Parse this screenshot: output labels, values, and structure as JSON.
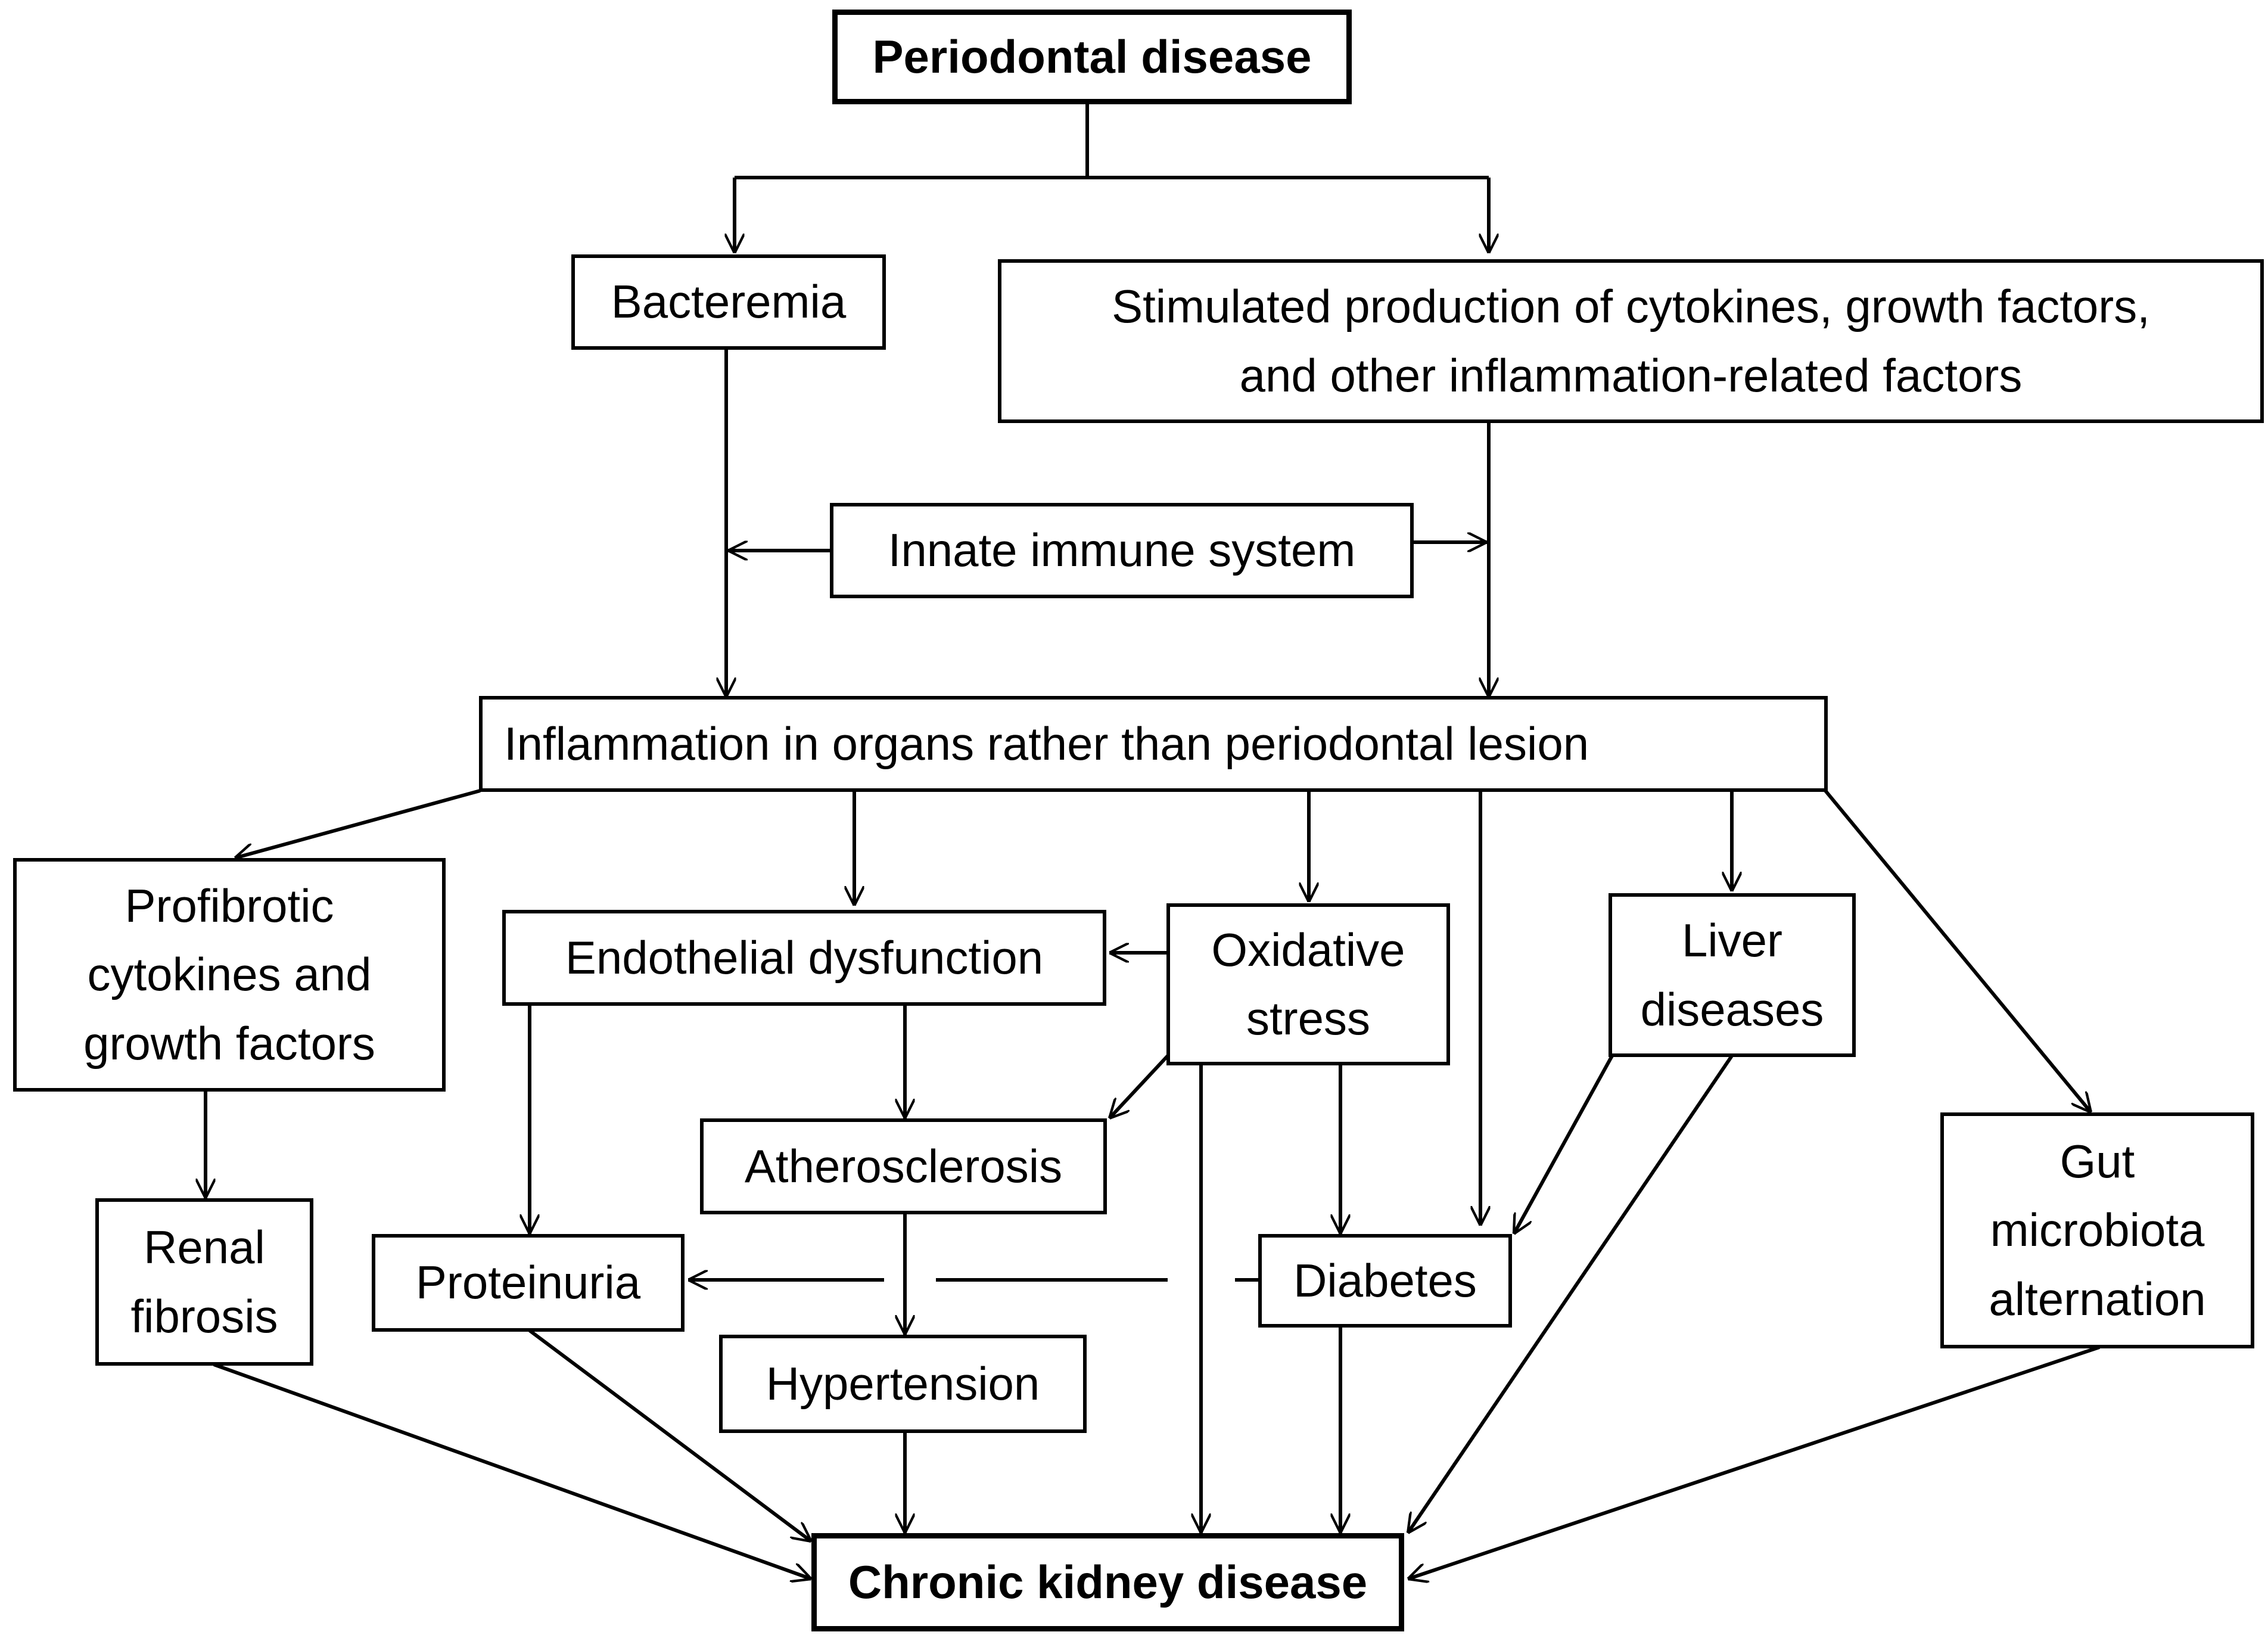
{
  "nodes": {
    "periodontal_disease": "Periodontal disease",
    "bacteremia": "Bacteremia",
    "stimulated_production": "Stimulated production of cytokines, growth factors,\nand other inflammation-related factors",
    "innate_immune": "Innate immune system",
    "inflammation_organs": "Inflammation in organs rather than periodontal lesion",
    "profibrotic": "Profibrotic\ncytokines and\ngrowth factors",
    "endothelial": "Endothelial dysfunction",
    "oxidative": "Oxidative\nstress",
    "liver": "Liver\ndiseases",
    "gut": "Gut\nmicrobiota\nalternation",
    "atherosclerosis": "Atherosclerosis",
    "renal_fibrosis": "Renal\nfibrosis",
    "proteinuria": "Proteinuria",
    "diabetes": "Diabetes",
    "hypertension": "Hypertension",
    "ckd": "Chronic kidney disease"
  },
  "colors": {
    "stroke": "#000000",
    "background": "#ffffff"
  }
}
